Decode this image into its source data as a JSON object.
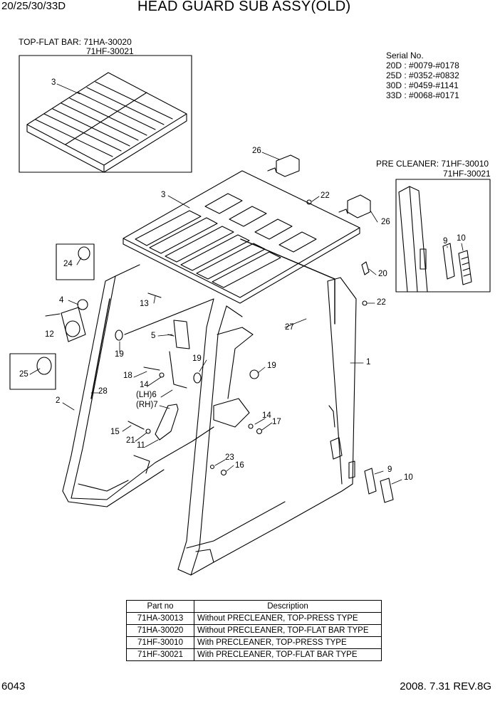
{
  "header": {
    "model": "20/25/30/33D",
    "title": "HEAD GUARD SUB ASSY(OLD)"
  },
  "notes": {
    "top_flat_bar_line1": "TOP-FLAT BAR: 71HA-30020",
    "top_flat_bar_line2": "71HF-30021",
    "serial_heading": "Serial No.",
    "serial_lines": [
      "20D : #0079-#0178",
      "25D : #0352-#0832",
      "30D : #0459-#1141",
      "33D : #0068-#0171"
    ],
    "pre_cleaner_line1": "PRE CLEANER: 71HF-30010",
    "pre_cleaner_line2": "71HF-30021"
  },
  "callouts": {
    "c3a": "3",
    "c3b": "3",
    "c26a": "26",
    "c26b": "26",
    "c22a": "22",
    "c22b": "22",
    "c20": "20",
    "c27": "27",
    "c1": "1",
    "c24": "24",
    "c4": "4",
    "c12": "12",
    "c13": "13",
    "c5": "5",
    "c19a": "19",
    "c19b": "19",
    "c19c": "19",
    "c18": "18",
    "c14a": "14",
    "c14b": "14",
    "c17": "17",
    "c23": "23",
    "c16": "16",
    "lh6": "(LH)6",
    "rh7": "(RH)7",
    "c15": "15",
    "c21": "21",
    "c11": "11",
    "c25": "25",
    "c2": "2",
    "c28": "28",
    "c9a": "9",
    "c10a": "10",
    "c9b": "9",
    "c10b": "10"
  },
  "parts_table": {
    "headers": [
      "Part no",
      "Description"
    ],
    "rows": [
      {
        "part_no": "71HA-30013",
        "description": "Without PRECLEANER, TOP-PRESS TYPE"
      },
      {
        "part_no": "71HA-30020",
        "description": "Without PRECLEANER, TOP-FLAT BAR TYPE"
      },
      {
        "part_no": "71HF-30010",
        "description": "With PRECLEANER, TOP-PRESS TYPE"
      },
      {
        "part_no": "71HF-30021",
        "description": "With PRECLEANER, TOP-FLAT BAR TYPE"
      }
    ]
  },
  "footer": {
    "page_number": "6043",
    "revision": "2008. 7.31  REV.8G"
  }
}
